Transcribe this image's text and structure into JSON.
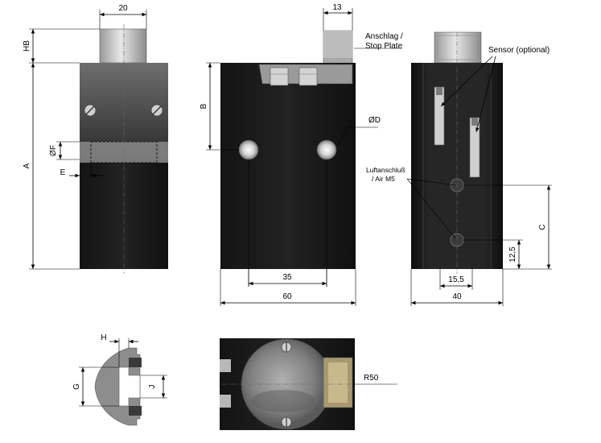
{
  "dimensions": {
    "top_width": "20",
    "plate_width": "13",
    "hb": "HB",
    "a": "A",
    "b": "B",
    "c": "C",
    "d": "ØD",
    "e": "E",
    "f": "ØF",
    "g": "G",
    "h": "H",
    "j": "J",
    "hole_spacing": "35",
    "front_width": "60",
    "side_width": "40",
    "port_spacing": "15,5",
    "port_offset": "12,5",
    "radius": "R50"
  },
  "labels": {
    "stop_plate_de": "Anschlag /",
    "stop_plate_en": "Stop Plate",
    "sensor": "Sensor (optional)",
    "air_de": "Luftanschluß",
    "air_en": "/ Air M5"
  },
  "colors": {
    "body": "#1a1a1a",
    "metal_light": "#c8c8c8",
    "metal_mid": "#8a8a8a",
    "line": "#000000"
  }
}
